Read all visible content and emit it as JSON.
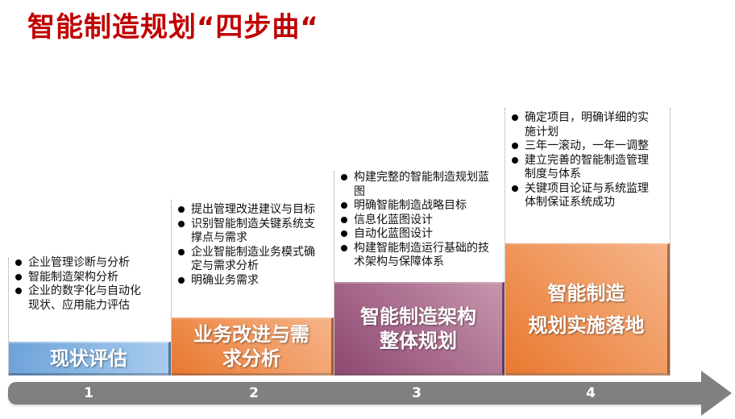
{
  "title": "智能制造规划“四步曲“",
  "steps": [
    {
      "number": "1",
      "block_lines": [
        "现状评估"
      ],
      "block_color": "#8ab8e4",
      "bullets": [
        "企业管理诊断与分析",
        "智能制造架构分析",
        "企业的数字化与自动化现状、应用能力评估"
      ]
    },
    {
      "number": "2",
      "block_lines": [
        "业务改进与需",
        "求分析"
      ],
      "block_color": "#f0955a",
      "bullets": [
        "提出管理改进建议与目标",
        "识别智能制造关键系统支撑点与需求",
        "企业智能制造业务模式确定与需求分析",
        "明确业务需求"
      ]
    },
    {
      "number": "3",
      "block_lines": [
        "智能制造架构",
        "整体规划"
      ],
      "block_color": "#a86a8c",
      "bullets": [
        "构建完整的智能制造规划蓝图",
        "明确智能制造战略目标",
        "信息化蓝图设计",
        "自动化蓝图设计",
        "构建智能制造运行基础的技术架构与保障体系"
      ]
    },
    {
      "number": "4",
      "block_lines": [
        "智能制造",
        "规划实施落地"
      ],
      "block_color": "#f0955a",
      "bullets": [
        "确定项目，明确详细的实施计划",
        "三年一滚动，一年一调整",
        "建立完善的智能制造管理制度与体系",
        "关键项目论证与系统监理体制保证系统成功"
      ]
    }
  ],
  "timeline": {
    "arrow_color": "#808080",
    "title_color": "#c00000"
  }
}
